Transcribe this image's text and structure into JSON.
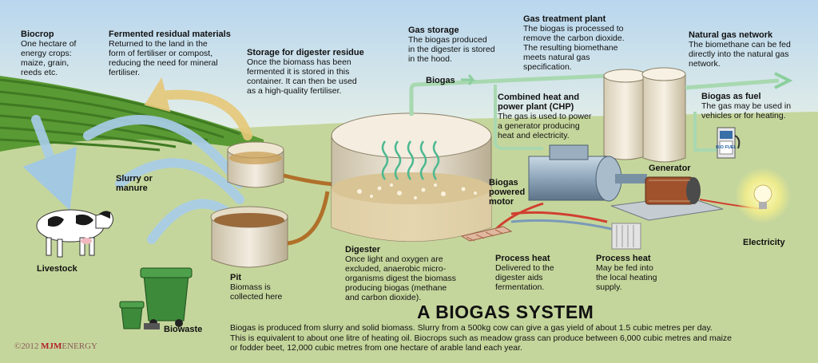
{
  "title": "A BIOGAS SYSTEM",
  "labels": {
    "biocrop": {
      "title": "Biocrop",
      "lines": [
        "One hectare of",
        "energy crops:",
        "maize, grain,",
        "reeds etc."
      ]
    },
    "fermented": {
      "title": "Fermented residual materials",
      "lines": [
        "Returned to the land in the",
        "form of fertiliser or compost,",
        "reducing the need for mineral",
        "fertiliser."
      ]
    },
    "storage_residue": {
      "title": "Storage for digester residue",
      "lines": [
        "Once the biomass has been",
        "fermented it is stored in this",
        "container. It can then be used",
        "as a high-quality fertiliser."
      ]
    },
    "gas_storage": {
      "title": "Gas storage",
      "lines": [
        "The biogas produced",
        "in the digester is stored",
        "in the hood."
      ]
    },
    "gas_treatment": {
      "title": "Gas treatment plant",
      "lines": [
        "The biogas is processed to",
        "remove the carbon dioxide.",
        "The resulting biomethane",
        "meets natural gas",
        "specification."
      ]
    },
    "natural_gas": {
      "title": "Natural gas network",
      "lines": [
        "The biomethane can be fed",
        "directly into the natural gas",
        "network."
      ]
    },
    "chp": {
      "title": "Combined heat and power plant (CHP)",
      "title_lines": [
        "Combined heat and",
        "power plant (CHP)"
      ],
      "lines": [
        "The gas is used to power",
        "a generator producing",
        "heat and electricity."
      ]
    },
    "biogas_fuel": {
      "title": "Biogas as fuel",
      "lines": [
        "The gas may be used in",
        "vehicles or for heating."
      ]
    },
    "slurry": {
      "title_lines": [
        "Slurry or",
        "manure"
      ]
    },
    "livestock": {
      "title": "Livestock"
    },
    "pit": {
      "title": "Pit",
      "lines": [
        "Biomass is",
        "collected here"
      ]
    },
    "digester": {
      "title": "Digester",
      "lines": [
        "Once light and oxygen are",
        "excluded, anaerobic micro-",
        "organisms digest the biomass",
        "producing biogas (methane",
        "and carbon dioxide)."
      ]
    },
    "biogas_motor": {
      "title_lines": [
        "Biogas",
        "powered",
        "motor"
      ]
    },
    "generator": {
      "title": "Generator"
    },
    "electricity": {
      "title": "Electricity"
    },
    "process_heat_1": {
      "title": "Process heat",
      "lines": [
        "Delivered to the",
        "digester aids",
        "fermentation."
      ]
    },
    "process_heat_2": {
      "title": "Process heat",
      "lines": [
        "May be fed into",
        "the local heating",
        "supply."
      ]
    },
    "biowaste": {
      "title": "Biowaste"
    },
    "biogas_flow": {
      "title": "Biogas"
    }
  },
  "footer": {
    "lines": [
      "Biogas is produced from slurry and solid biomass. Slurry from a 500kg cow can give a gas yield of about 1.5 cubic metres per day.",
      "This is equivalent to about one litre of heating oil. Biocrops such as meadow grass can produce between 6,000 cubic metres and maize",
      "or fodder beet, 12,000 cubic metres from one hectare of arable land each year."
    ]
  },
  "copyright": {
    "year": "©2012",
    "brand": "MJM",
    "brand2": "ENERGY"
  },
  "pump_label": "BIO FUEL",
  "colors": {
    "sky": "#cfe3f2",
    "grass": "#c9d9a0",
    "crop": "#4e8a2e",
    "arrow_blue": "#9fc7ea",
    "arrow_gold": "#e0c070",
    "pipe_green": "#a8d8b0",
    "pipe_red": "#d04030",
    "bin_green": "#3c8a3a",
    "heat_wave": "#4cb890"
  }
}
